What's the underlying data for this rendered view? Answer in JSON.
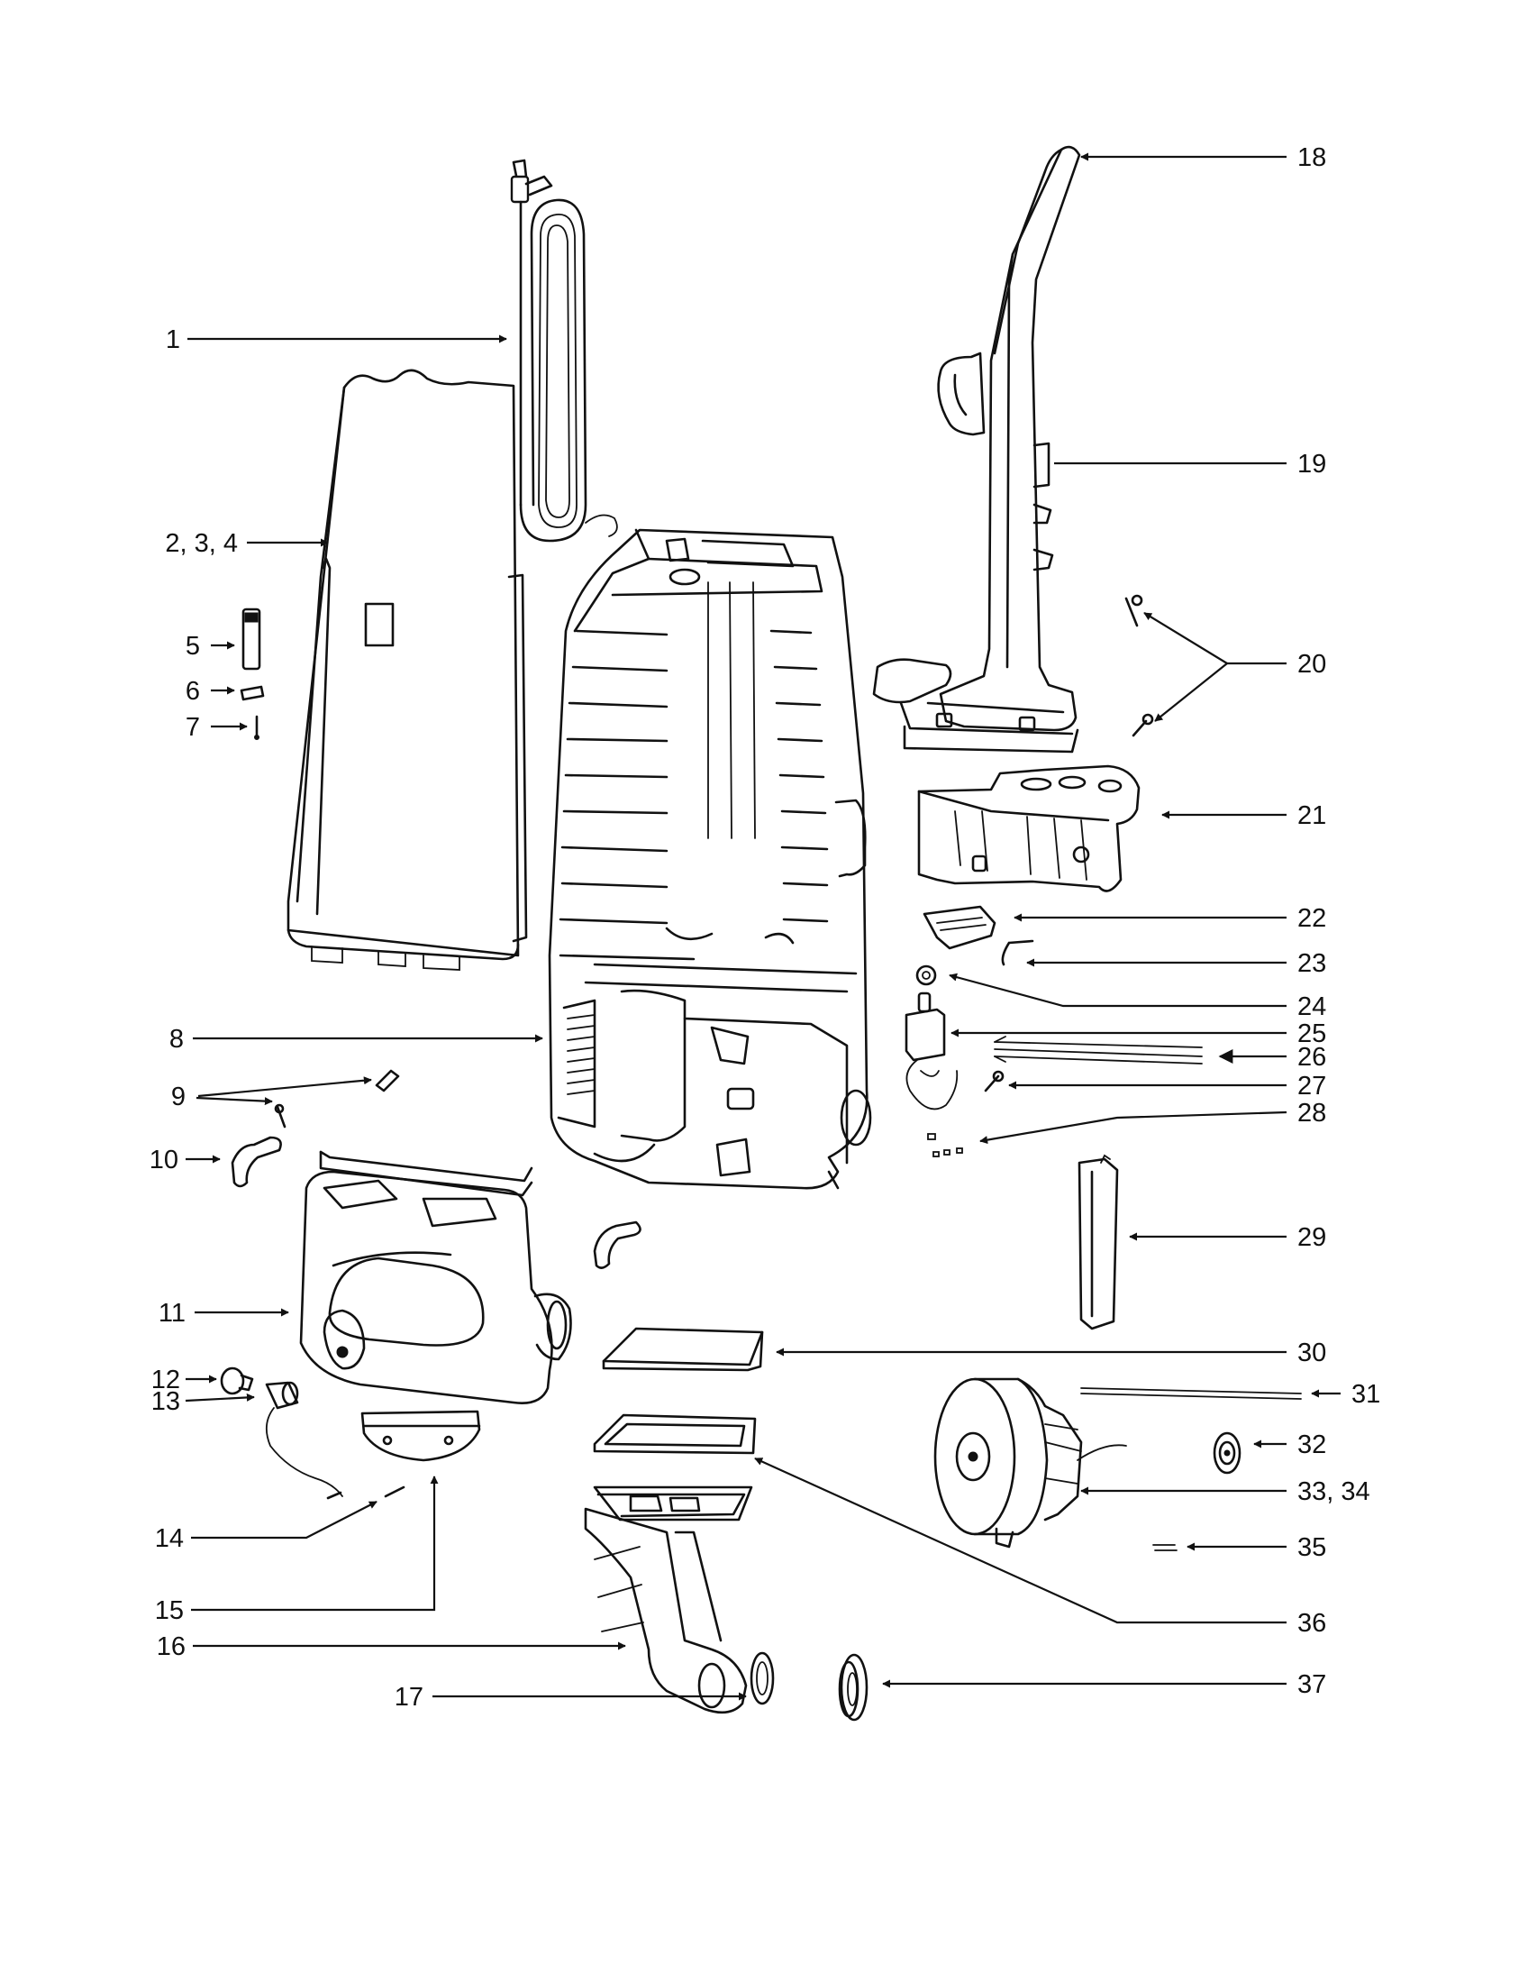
{
  "callouts": [
    {
      "id": "1",
      "label": "1"
    },
    {
      "id": "2-3-4",
      "label": "2, 3, 4"
    },
    {
      "id": "5",
      "label": "5"
    },
    {
      "id": "6",
      "label": "6"
    },
    {
      "id": "7",
      "label": "7"
    },
    {
      "id": "8",
      "label": "8"
    },
    {
      "id": "9",
      "label": "9"
    },
    {
      "id": "10",
      "label": "10"
    },
    {
      "id": "11",
      "label": "11"
    },
    {
      "id": "12",
      "label": "12"
    },
    {
      "id": "13",
      "label": "13"
    },
    {
      "id": "14",
      "label": "14"
    },
    {
      "id": "15",
      "label": "15"
    },
    {
      "id": "16",
      "label": "16"
    },
    {
      "id": "17",
      "label": "17"
    },
    {
      "id": "18",
      "label": "18"
    },
    {
      "id": "19",
      "label": "19"
    },
    {
      "id": "20",
      "label": "20"
    },
    {
      "id": "21",
      "label": "21"
    },
    {
      "id": "22",
      "label": "22"
    },
    {
      "id": "23",
      "label": "23"
    },
    {
      "id": "24",
      "label": "24"
    },
    {
      "id": "25",
      "label": "25"
    },
    {
      "id": "26",
      "label": "26"
    },
    {
      "id": "27",
      "label": "27"
    },
    {
      "id": "28",
      "label": "28"
    },
    {
      "id": "29",
      "label": "29"
    },
    {
      "id": "30",
      "label": "30"
    },
    {
      "id": "31",
      "label": "31"
    },
    {
      "id": "32",
      "label": "32"
    },
    {
      "id": "33-34",
      "label": "33, 34"
    },
    {
      "id": "35",
      "label": "35"
    },
    {
      "id": "36",
      "label": "36"
    },
    {
      "id": "37",
      "label": "37"
    }
  ]
}
